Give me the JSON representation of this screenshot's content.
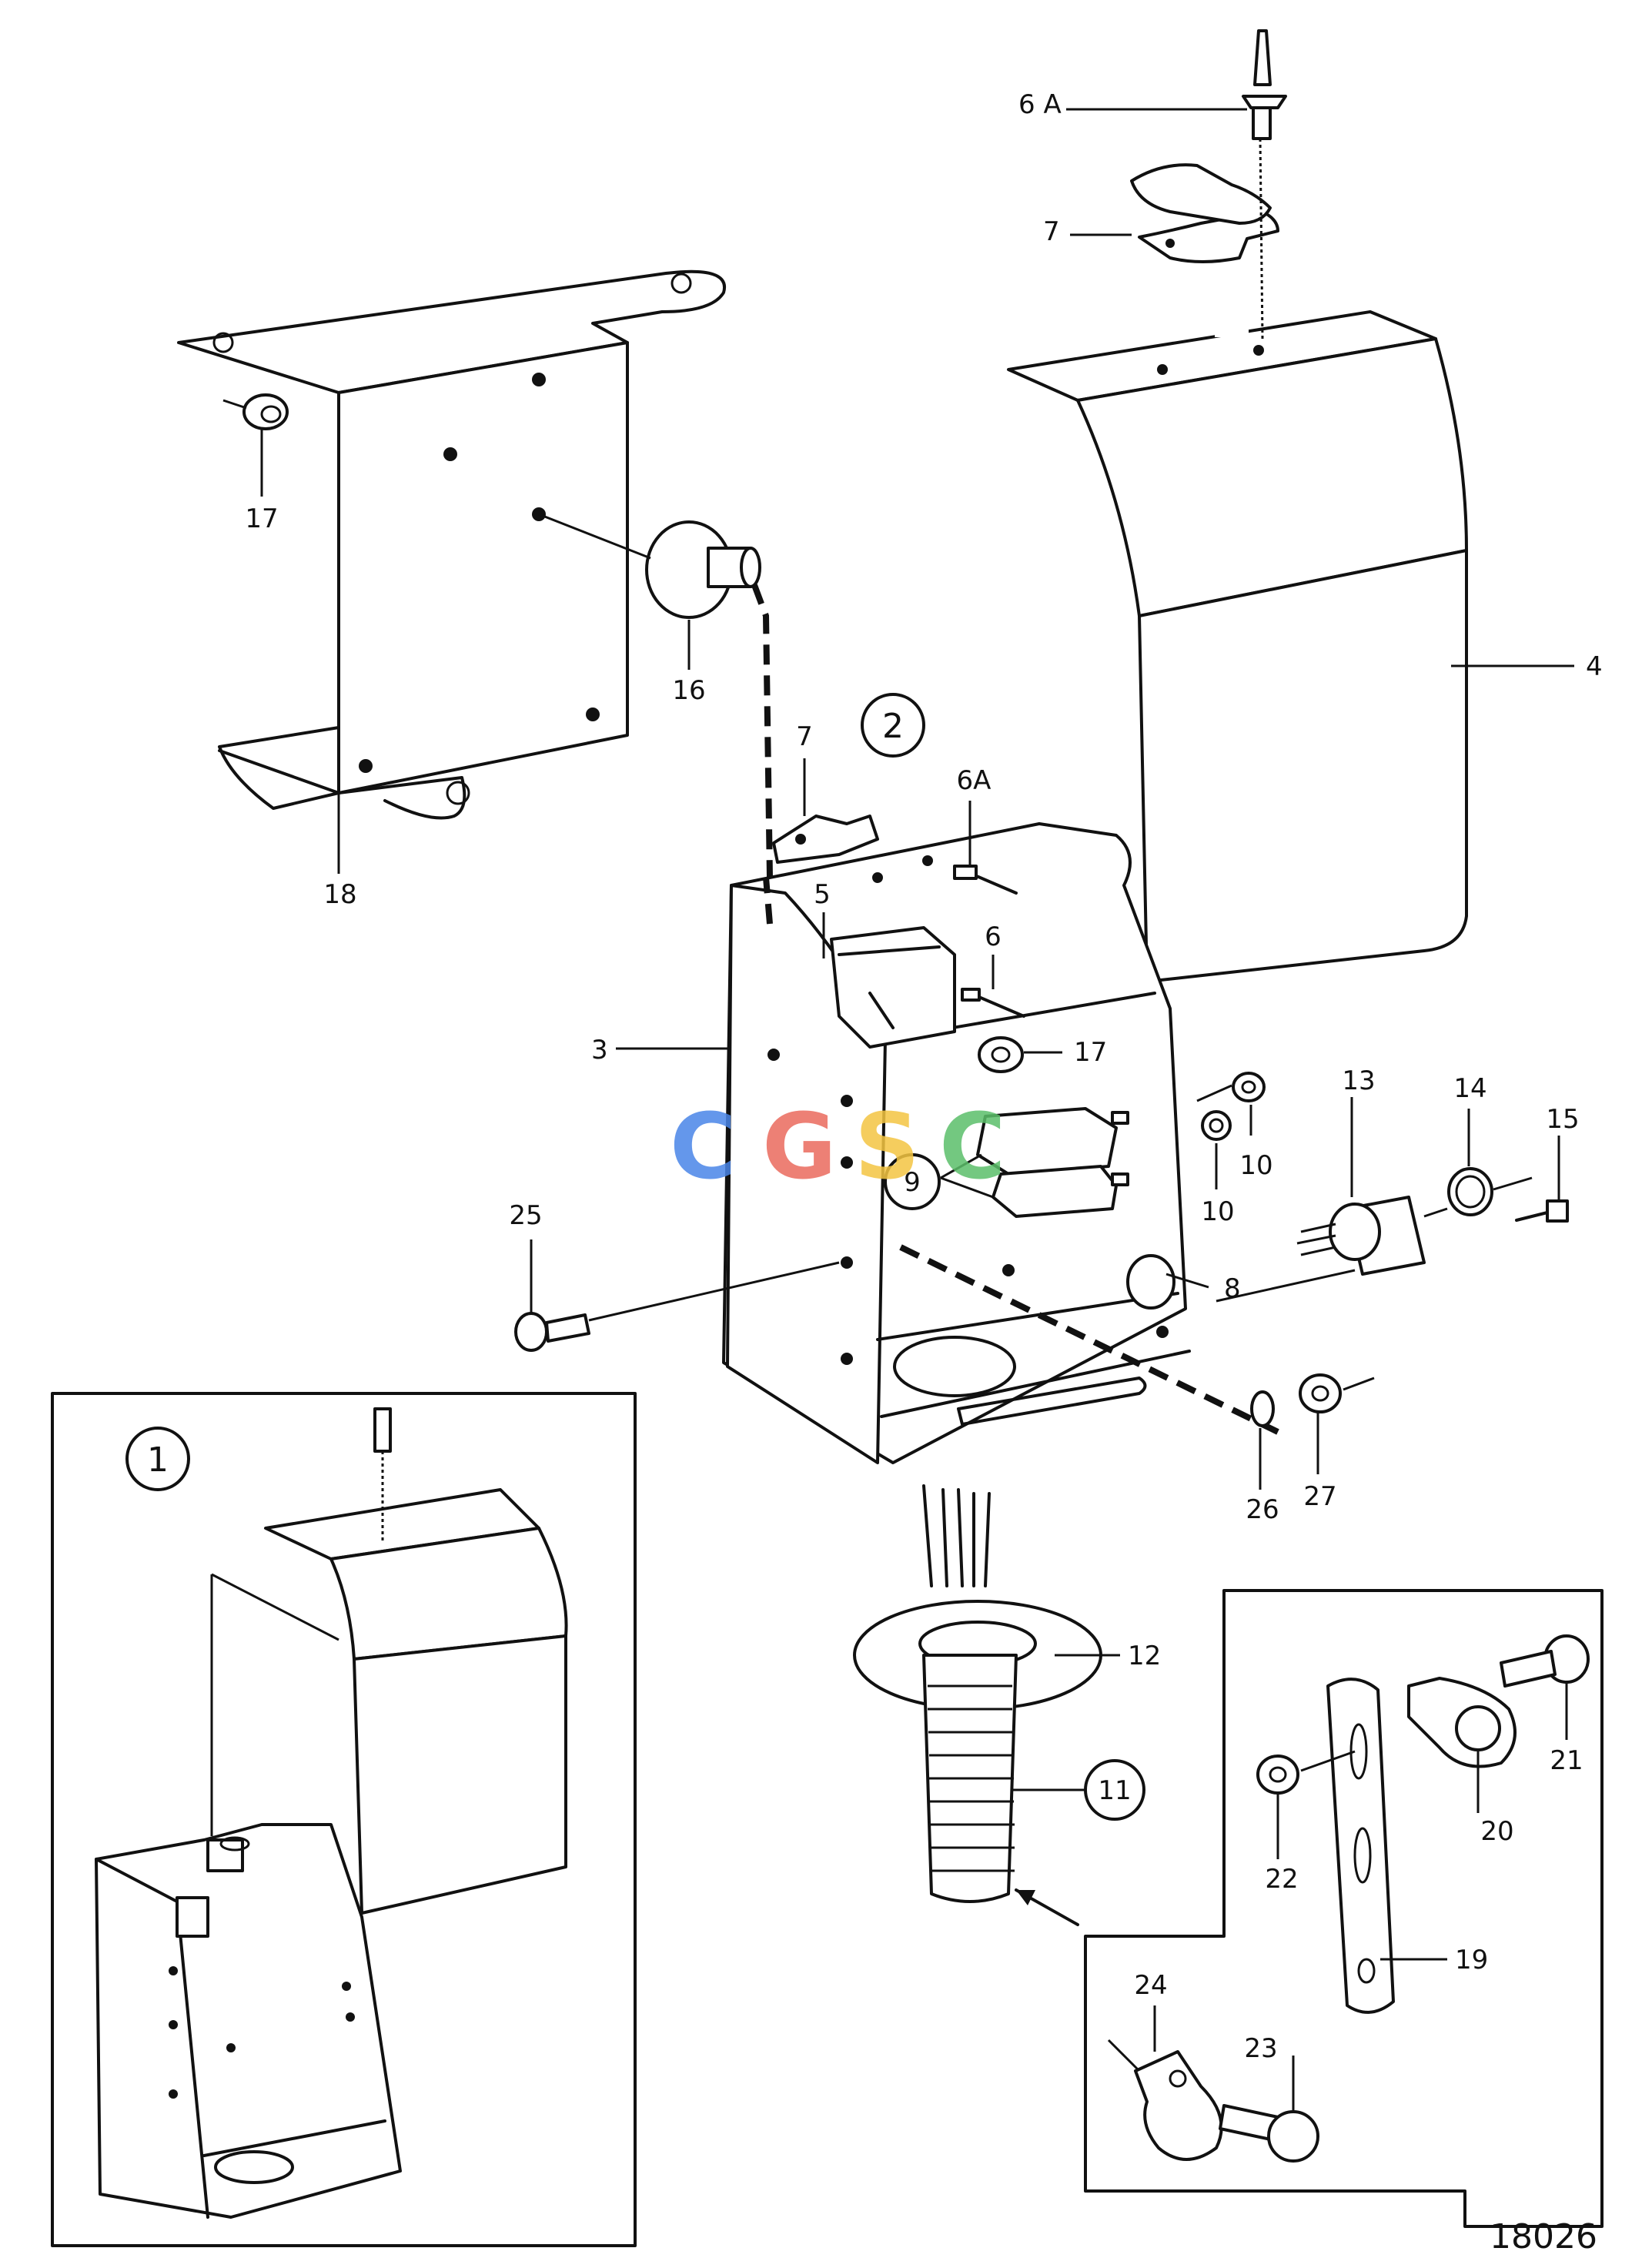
{
  "diagram": {
    "figure_number": "18026",
    "watermark": {
      "letters": [
        "C",
        "G",
        "S",
        "C"
      ],
      "colors": [
        "#4a86e8",
        "#ea6a5e",
        "#f4c542",
        "#5bbf6a"
      ]
    },
    "callouts": {
      "c1": "1",
      "c2": "2",
      "c9": "9",
      "c11": "11"
    },
    "labels": {
      "l3": "3",
      "l4": "4",
      "l5": "5",
      "l6": "6",
      "l6a_top": "6 A",
      "l6a_mid": "6A",
      "l7_top": "7",
      "l7_mid": "7",
      "l8": "8",
      "l10a": "10",
      "l10b": "10",
      "l12": "12",
      "l13": "13",
      "l14": "14",
      "l15": "15",
      "l16": "16",
      "l17a": "17",
      "l17b": "17",
      "l18": "18",
      "l19": "19",
      "l20": "20",
      "l21": "21",
      "l22": "22",
      "l23": "23",
      "l24": "24",
      "l25": "25",
      "l26": "26",
      "l27": "27"
    }
  }
}
